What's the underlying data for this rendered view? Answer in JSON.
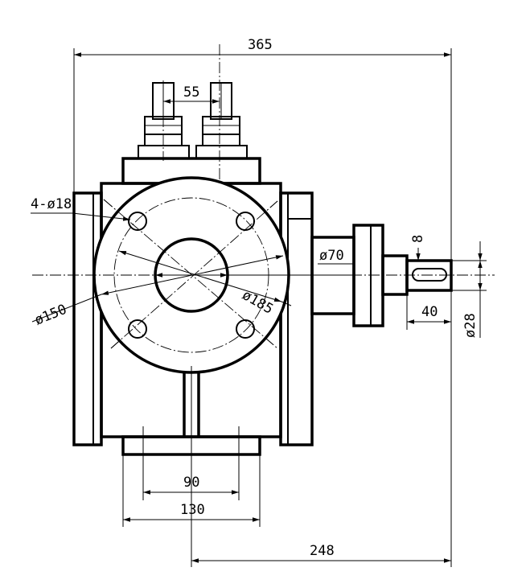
{
  "drawing": {
    "dimensions": {
      "overall_width": "365",
      "pipe_spacing": "55",
      "bolt_holes": "4-ø18",
      "shaft_bore": "ø70",
      "shaft_key": "8",
      "bolt_circle": "ø185",
      "flange_diameter": "ø150",
      "key_length": "40",
      "shaft_diameter": "ø28",
      "base_inner": "90",
      "base_outer": "130",
      "center_to_end": "248"
    },
    "colors": {
      "line": "#000000",
      "background": "#ffffff"
    }
  }
}
